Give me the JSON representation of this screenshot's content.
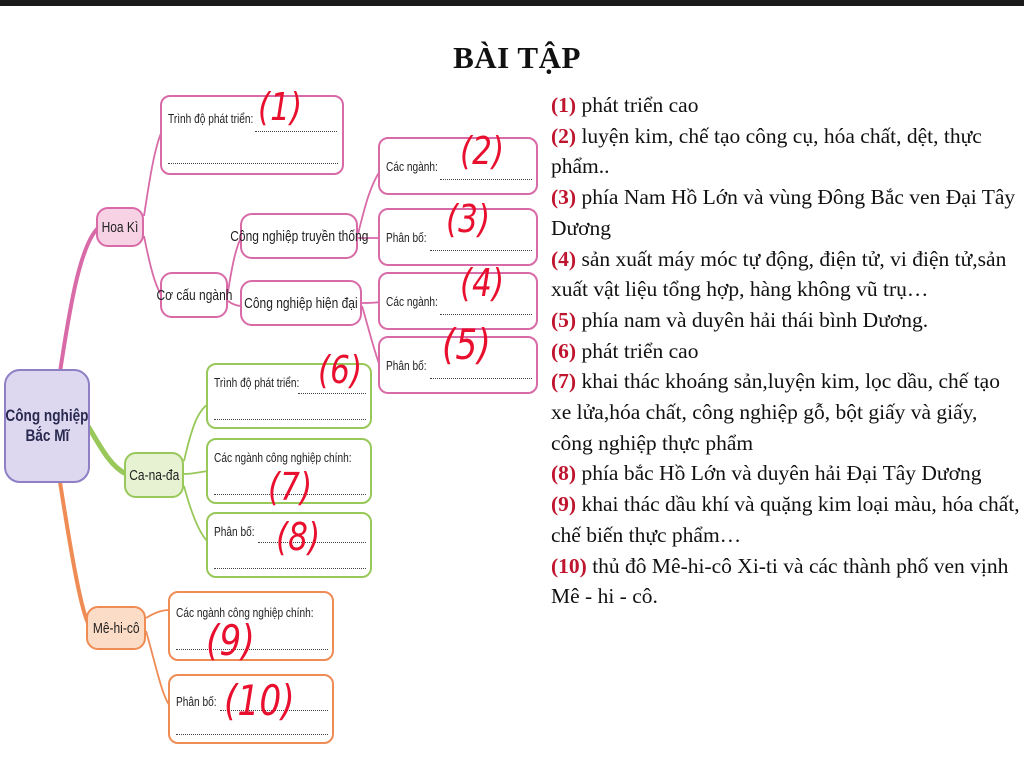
{
  "title": "BÀI TẬP",
  "mindmap": {
    "root": {
      "line1": "Công nghiệp",
      "line2": "Bắc Mĩ"
    },
    "hoa_ki": {
      "label": "Hoa Kì",
      "trinh_do": "Trình độ phát triển:",
      "co_cau": "Cơ cấu ngành",
      "truyen_thong": "Công nghiệp truyền thống",
      "hien_dai": "Công nghiệp hiện đại",
      "cac_nganh_1": "Các ngành:",
      "phan_bo_1": "Phân bố:",
      "cac_nganh_2": "Các ngành:",
      "phan_bo_2": "Phân bố:"
    },
    "canada": {
      "label": "Ca-na-đa",
      "trinh_do": "Trình độ phát triển:",
      "cac_nganh": "Các ngành công nghiệp chính:",
      "phan_bo": "Phân bố:"
    },
    "mexico": {
      "label": "Mê-hi-cô",
      "cac_nganh": "Các ngành công nghiệp chính:",
      "phan_bo": "Phân bố:"
    },
    "handwritten": [
      "(1)",
      "(2)",
      "(3)",
      "(4)",
      "(5)",
      "(6)",
      "(7)",
      "(8)",
      "(9)",
      "(10)"
    ]
  },
  "answers": [
    {
      "num": "(1)",
      "text": " phát triển cao"
    },
    {
      "num": "(2)",
      "text": " luyện kim, chế tạo công cụ, hóa chất, dệt, thực phẩm.."
    },
    {
      "num": "(3)",
      "text": " phía Nam Hồ Lớn và vùng Đông Bắc ven Đại Tây Dương"
    },
    {
      "num": "(4)",
      "text": " sản xuất máy móc tự động, điện tử, vi điện tử,sản xuất vật liệu tổng hợp, hàng không vũ trụ…"
    },
    {
      "num": "(5)",
      "text": " phía nam và duyên hải thái bình Dương."
    },
    {
      "num": "(6)",
      "text": " phát triển cao"
    },
    {
      "num": "(7)",
      "text": " khai thác khoáng sản,luyện kim, lọc dầu, chế tạo xe lửa,hóa chất, công nghiệp gỗ, bột giấy và giấy, công nghiệp thực phẩm"
    },
    {
      "num": "(8)",
      "text": " phía bắc Hồ Lớn và duyên hải Đại Tây Dương"
    },
    {
      "num": "(9)",
      "text": " khai thác dầu khí và quặng kim loại màu, hóa chất, chế biến thực phẩm…"
    },
    {
      "num": "(10)",
      "text": " thủ đô Mê-hi-cô Xi-ti và các thành phố ven vịnh Mê - hi - cô."
    }
  ],
  "colors": {
    "hoa_ki": "#d86aa7",
    "canada": "#98c85a",
    "mexico": "#ef8c55",
    "root": "#8f7fc4",
    "answer_number": "#c0152f",
    "handwriting": "#e8102e"
  }
}
